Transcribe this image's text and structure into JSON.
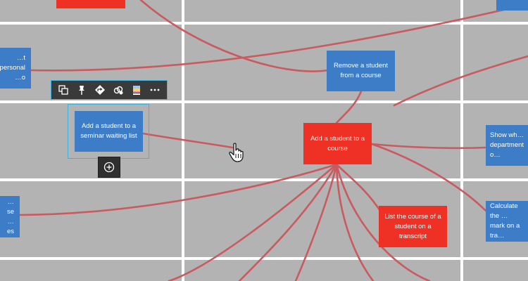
{
  "colors": {
    "background": "#b3b3b3",
    "grid": "#ffffff",
    "node_blue": "#3d7cc6",
    "node_red": "#ee3124",
    "link": "#c95a5f",
    "selection": "#3fb3e0",
    "toolbar_bg": "#3a3a3a"
  },
  "nodes": {
    "personal": "…t personal …o",
    "remove_student": "Remove a student from a course",
    "add_waiting": "Add a student to a seminar waiting list",
    "add_course": "Add a student to a course",
    "show_department": "Show wh… department o…",
    "list_transcript": "List the course of a student on a transcript",
    "calculate_mark": "Calculate the … mark on a tra…",
    "course_es": "…se …es"
  },
  "toolbar": {
    "buttons": [
      "duplicate-icon",
      "pin-icon",
      "diamond-arrow-icon",
      "link-icon",
      "color-swatch-icon",
      "more-icon"
    ]
  },
  "add_button_icon": "plus-circle-icon",
  "cursor_icon": "hand-pointer-icon"
}
